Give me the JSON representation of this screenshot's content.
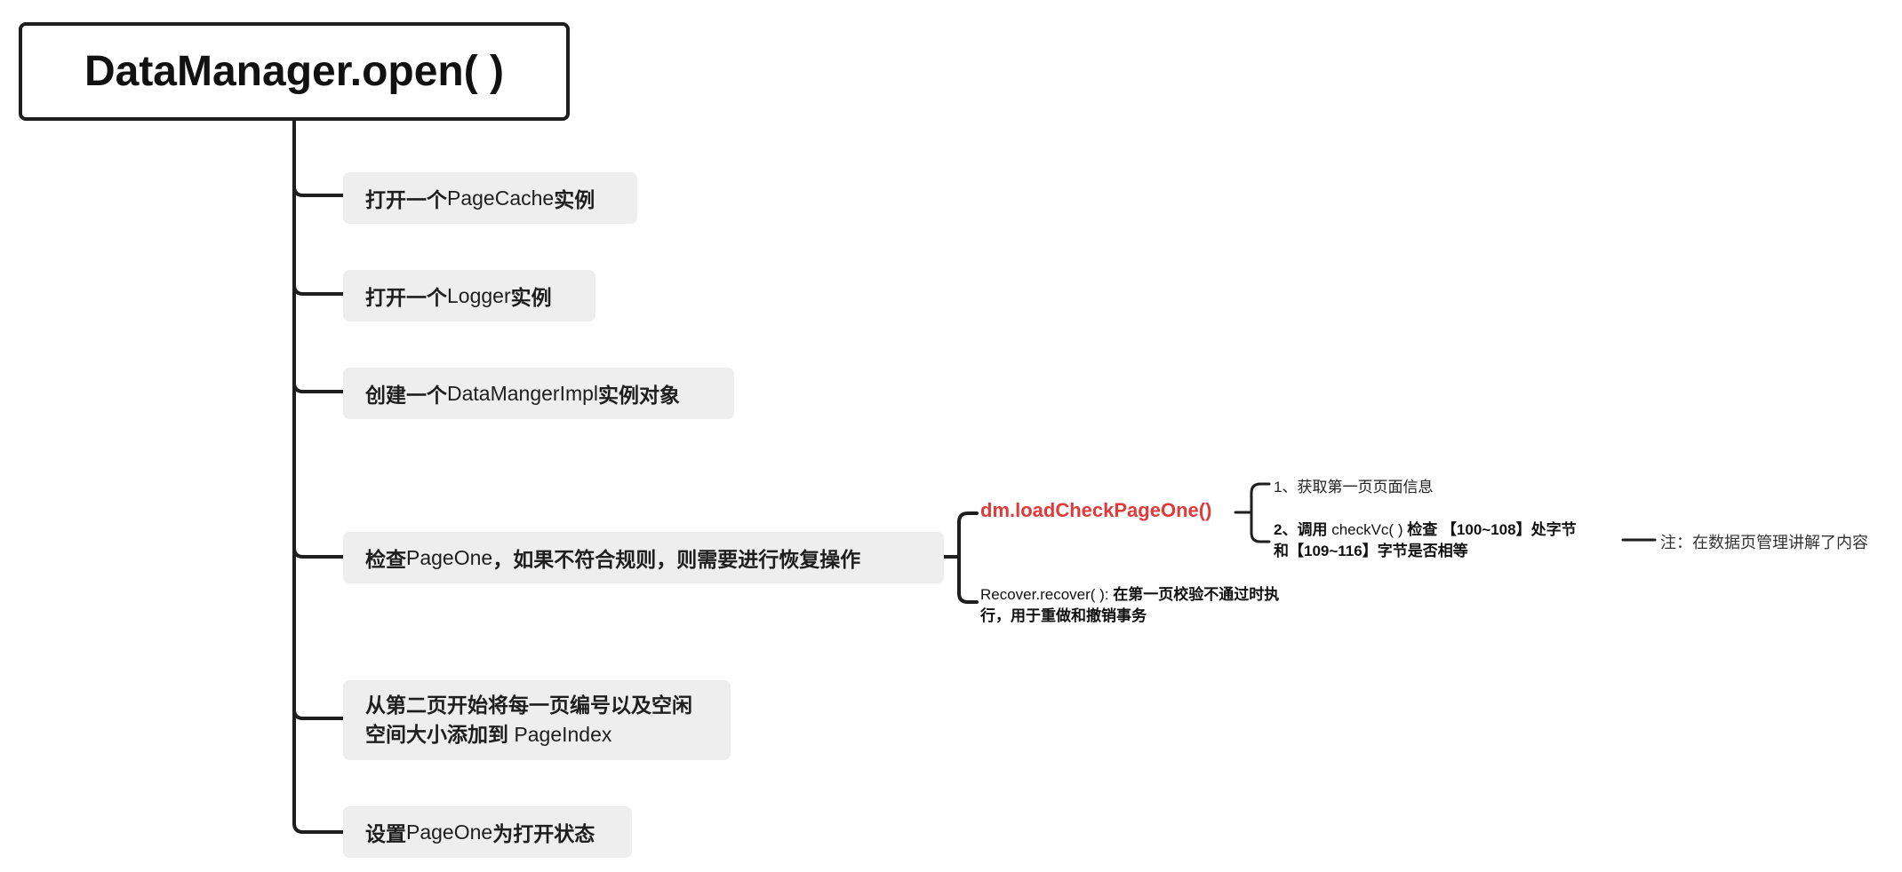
{
  "root": {
    "title": "DataManager.open( )"
  },
  "steps": [
    {
      "pre": "打开一个 ",
      "code": "PageCache",
      "post": " 实例"
    },
    {
      "pre": "打开一个 ",
      "code": "Logger",
      "post": " 实例"
    },
    {
      "pre": "创建一个 ",
      "code": "DataMangerImpl",
      "post": " 实例对象"
    },
    {
      "pre": "检查 ",
      "code": "PageOne",
      "post": "，如果不符合规则，则需要进行恢复操作"
    },
    {
      "line1": "从第二页开始将每一页编号以及空闲",
      "pre2": "空间大小添加到 ",
      "code": "PageIndex"
    },
    {
      "pre": "设置 ",
      "code": "PageOne",
      "post": "为打开状态"
    }
  ],
  "check_branch": {
    "method": "dm.loadCheckPageOne()",
    "sub_steps": [
      {
        "text": "1、获取第一页页面信息"
      },
      {
        "pre": "2、调用 ",
        "code": "checkVc( )",
        "post": " 检查 【100~108】处字节",
        "line2": "和【109~116】字节是否相等"
      }
    ],
    "note": "注：在数据页管理讲解了内容",
    "recover": {
      "code": "Recover.recover( ):",
      "post": " 在第一页校验不通过时执",
      "line2": "行，用于重做和撤销事务"
    }
  }
}
